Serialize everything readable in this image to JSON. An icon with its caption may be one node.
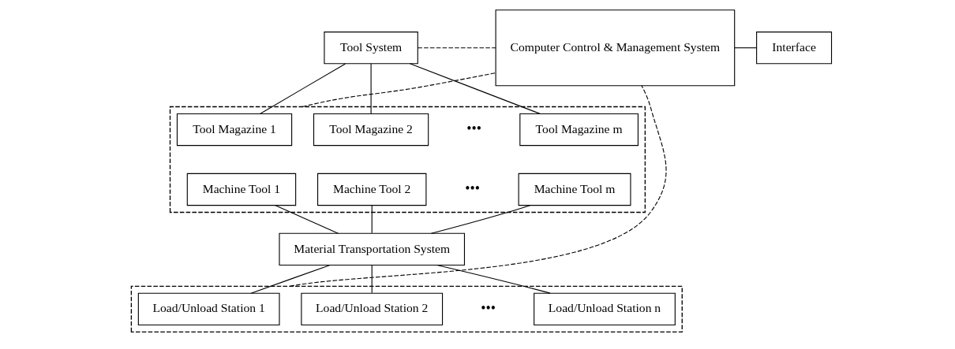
{
  "diagram": {
    "nodes": [
      {
        "text": [
          "Tool System"
        ]
      },
      {
        "text": [],
        "shape": "box"
      },
      {
        "text": [
          "Tool Magazine 1"
        ],
        "in": 1
      },
      {
        "text": [
          "Tool Magazine 2"
        ],
        "in": 1
      },
      {
        "text": [
          "Tool Magazine m"
        ],
        "in": 1
      },
      {
        "text": [
          "Machine Tool 1"
        ],
        "in": 1
      },
      {
        "text": [
          "Machine Tool 2"
        ],
        "in": 1
      },
      {
        "text": [
          "Machine Tool m"
        ],
        "in": 1
      },
      {
        "text": [
          "Material Transportation System"
        ]
      },
      {
        "text": [],
        "shape": "box"
      },
      {
        "text": [
          "Load/Unload Station 1"
        ],
        "in": 9
      },
      {
        "text": [
          "Load/Unload Station 2"
        ],
        "in": 9
      },
      {
        "text": [
          "Load/Unload Station n"
        ],
        "in": 9
      },
      {
        "text": [
          "Computer Control & Management System"
        ]
      },
      {
        "text": [
          "Interface"
        ]
      }
    ],
    "edges": [
      {
        "from": 0,
        "to": 2,
        "arrow": "none"
      },
      {
        "from": 0,
        "to": 3,
        "arrow": "none"
      },
      {
        "from": 0,
        "to": 4,
        "arrow": "none"
      },
      {
        "from": 5,
        "to": 8,
        "arrow": "none"
      },
      {
        "from": 6,
        "to": 8,
        "arrow": "none"
      },
      {
        "from": 7,
        "to": 8,
        "arrow": "none"
      },
      {
        "from": 8,
        "to": 10,
        "arrow": "none"
      },
      {
        "from": 8,
        "to": 11,
        "arrow": "none"
      },
      {
        "from": 8,
        "to": 12,
        "arrow": "none"
      },
      {
        "from": 0,
        "to": 13,
        "arrow": "none",
        "style": "dashed"
      },
      {
        "from": 1,
        "to": 13,
        "arrow": "none",
        "style": "dashed"
      },
      {
        "from": 9,
        "to": 13,
        "arrow": "none",
        "style": "dashed"
      },
      {
        "from": 13,
        "to": 14,
        "arrow": "none"
      }
    ],
    "labels": [
      "•••",
      "•••",
      "•••"
    ]
  }
}
